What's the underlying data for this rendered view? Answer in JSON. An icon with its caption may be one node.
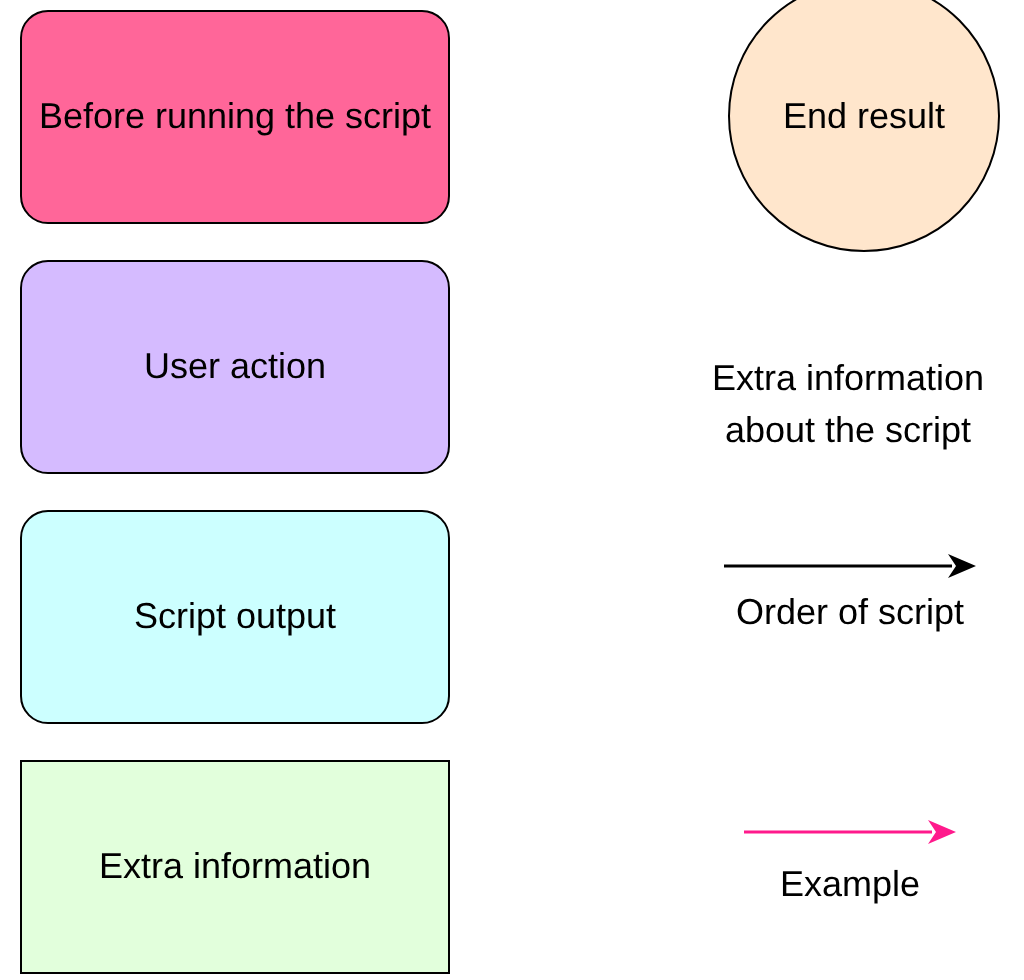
{
  "diagram": {
    "nodes": [
      {
        "text": [
          "Before running the script"
        ]
      },
      {
        "text": [
          "User action"
        ]
      },
      {
        "text": [
          "Script output"
        ]
      },
      {
        "text": [
          "Extra information"
        ]
      },
      {
        "text": [
          "End result"
        ]
      }
    ],
    "edges": [],
    "labels": [
      "Extra information about the script"
    ],
    "legend": [
      {
        "text": "Order of script"
      },
      {
        "text": "Example"
      }
    ]
  }
}
